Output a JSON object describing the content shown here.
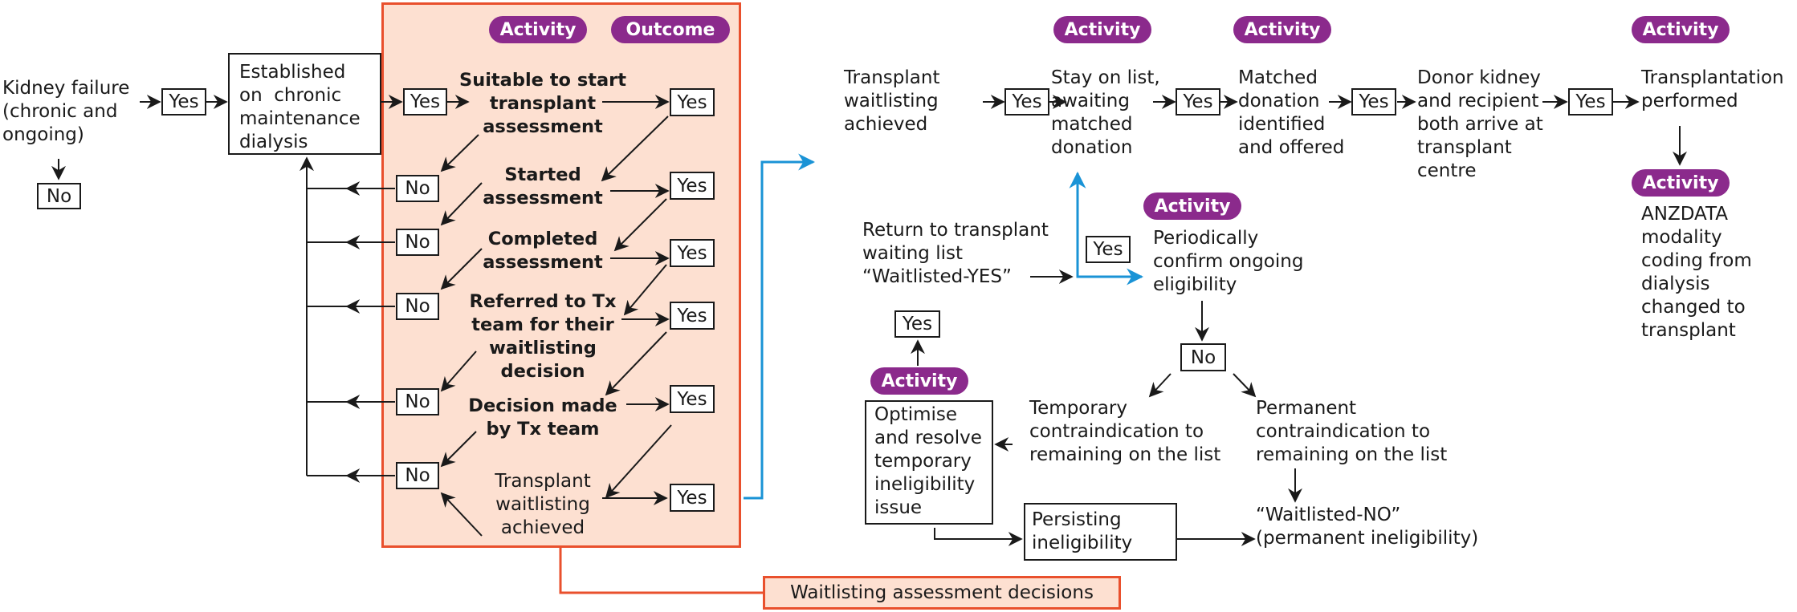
{
  "colors": {
    "activity_pill": "#8b2a8c",
    "panel_fill": "#fde0d1",
    "panel_border": "#e9502d",
    "flow_blue": "#1a93d6",
    "line": "#1a1a1a"
  },
  "left": {
    "kidney_failure": "Kidney failure\n(chronic and\nongoing)",
    "yes": "Yes",
    "no": "No",
    "dialysis": "Established\non  chronic\nmaintenance\ndialysis"
  },
  "panel": {
    "activity_pill": "Activity",
    "outcome_pill": "Outcome",
    "entry_yes": "Yes",
    "steps": [
      {
        "label": "Suitable to start\ntransplant\nassessment",
        "yes": "Yes",
        "no": "No"
      },
      {
        "label": "Started\nassessment",
        "yes": "Yes",
        "no": "No"
      },
      {
        "label": "Completed\nassessment",
        "yes": "Yes",
        "no": "No"
      },
      {
        "label": "Referred to Tx\nteam for their\nwaitlisting\ndecision",
        "yes": "Yes",
        "no": "No"
      },
      {
        "label": "Decision made\nby Tx team",
        "yes": "Yes",
        "no": "No"
      },
      {
        "label": "Transplant\nwaitlisting\nachieved",
        "yes": "Yes"
      }
    ],
    "legend": "Waitlisting assessment decisions"
  },
  "right": {
    "top_row": [
      {
        "label": "Transplant\nwaitlisting\nachieved"
      },
      {
        "pill": "Activity",
        "label": "Stay on list,\nawaiting\nmatched\ndonation"
      },
      {
        "pill": "Activity",
        "label": "Matched\ndonation\nidentified\nand offered"
      },
      {
        "label": "Donor kidney\nand recipient\nboth arrive at\ntransplant\ncentre"
      },
      {
        "pill": "Activity",
        "label": "Transplantation\nperformed"
      }
    ],
    "yes": "Yes",
    "anzdata": {
      "pill": "Activity",
      "label": "ANZDATA\nmodality\ncoding from\ndialysis\nchanged to\ntransplant"
    },
    "return_list": "Return to transplant\nwaiting list\n“Waitlisted-YES”",
    "periodic": {
      "pill": "Activity",
      "label": "Periodically\nconfirm ongoing\neligibility"
    },
    "periodic_yes": "Yes",
    "periodic_no": "No",
    "temporary": "Temporary\ncontraindication to\nremaining on the list",
    "permanent": "Permanent\ncontraindication to\nremaining on the list",
    "optimise": {
      "pill": "Activity",
      "label": "Optimise\nand resolve\ntemporary\nineligibility\nissue",
      "yes": "Yes"
    },
    "persisting": "Persisting\nineligibility",
    "waitlisted_no": "“Waitlisted-NO”\n(permanent ineligibility)"
  }
}
